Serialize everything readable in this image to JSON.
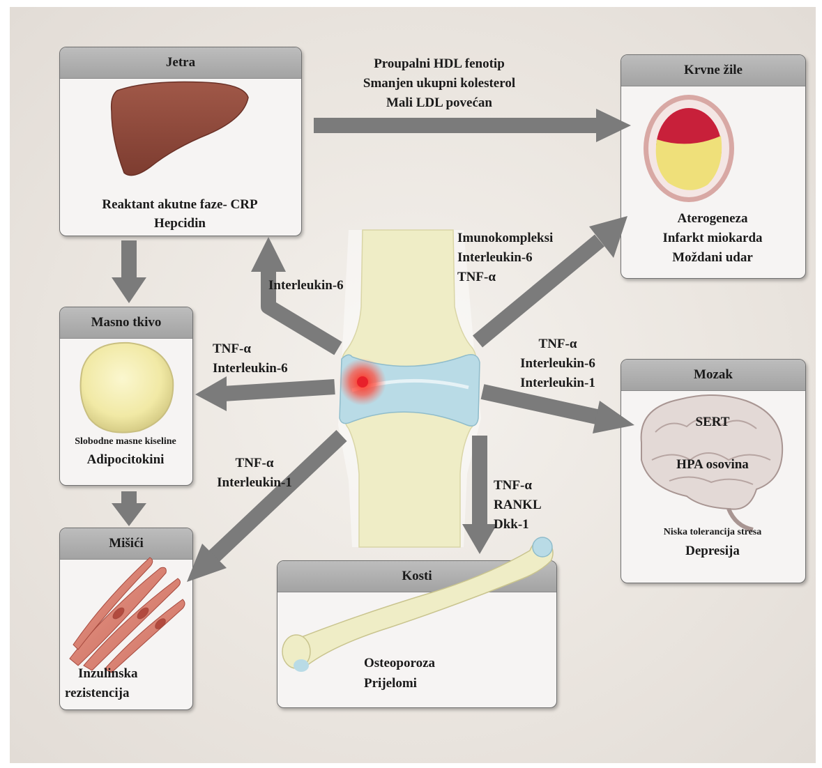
{
  "boxes": {
    "liver": {
      "title": "Jetra",
      "lines": [
        "Reaktant akutne faze- CRP",
        "Hepcidin"
      ]
    },
    "vessels": {
      "title": "Krvne žile",
      "lines": [
        "Aterogeneza",
        "Infarkt miokarda",
        "Moždani udar"
      ]
    },
    "adipose": {
      "title": "Masno tkivo",
      "line_small": "Slobodne masne kiseline",
      "line": "Adipocitokini"
    },
    "brain": {
      "title": "Mozak",
      "lines": [
        "SERT",
        "HPA osovina"
      ],
      "line_small": "Niska tolerancija stresa",
      "line_last": "Depresija"
    },
    "muscle": {
      "title": "Mišići",
      "lines": [
        "Inzulinska",
        "rezistencija"
      ]
    },
    "bone": {
      "title": "Kosti",
      "lines": [
        "Osteoporoza",
        "Prijelomi"
      ]
    }
  },
  "arrow_labels": {
    "liver_to_vessels": [
      "Proupalni HDL fenotip",
      "Smanjen ukupni kolesterol",
      "Mali LDL povećan"
    ],
    "joint_to_liver": [
      "Interleukin-6"
    ],
    "joint_to_vessels": [
      "Imunokompleksi",
      "Interleukin-6",
      "TNF-α"
    ],
    "joint_to_adipose": [
      "TNF-α",
      "Interleukin-6"
    ],
    "joint_to_brain": [
      "TNF-α",
      "Interleukin-6",
      "Interleukin-1"
    ],
    "joint_to_muscle": [
      "TNF-α",
      "Interleukin-1"
    ],
    "joint_to_bone": [
      "TNF-α",
      "RANKL",
      "Dkk-1"
    ]
  },
  "colors": {
    "arrow": "#7b7b7b",
    "box_header": "#b0b0b0",
    "liver": "#8e4a3c",
    "blood": "#c8203a",
    "plaque": "#efe07a",
    "bone": "#efedc6",
    "cartilage": "#b9dbe6",
    "inflammation": "#e8202a"
  }
}
